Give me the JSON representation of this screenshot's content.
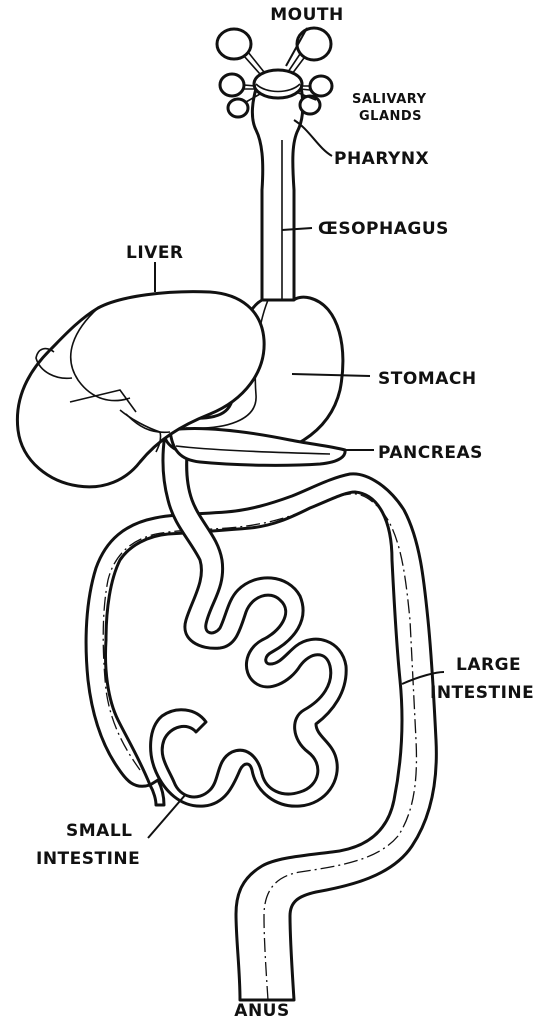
{
  "labels": {
    "mouth": "MOUTH",
    "salivary_1": "SALIVARY",
    "salivary_2": "GLANDS",
    "pharynx": "PHARYNX",
    "oesophagus": "ŒSOPHAGUS",
    "liver": "LIVER",
    "stomach": "STOMACH",
    "pancreas": "PANCREAS",
    "large_1": "LARGE",
    "large_2": "INTESTINE",
    "small_1": "SMALL",
    "small_2": "INTESTINE",
    "anus": "ANUS"
  }
}
